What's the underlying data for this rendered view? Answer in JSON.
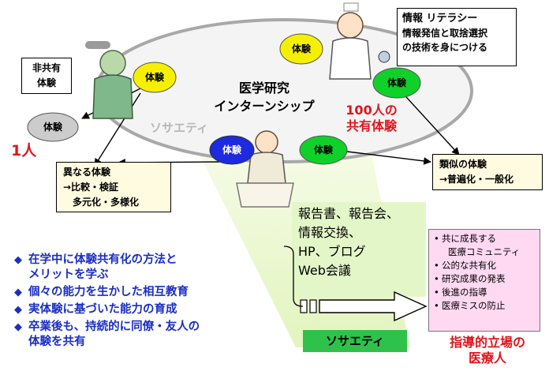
{
  "center_title": [
    "医学研究",
    "インターンシップ"
  ],
  "society_label": "ソサエティ",
  "shared_experience": [
    "100人の",
    "共有体験"
  ],
  "experience_label": "体験",
  "non_shared": [
    "非共有",
    "体験"
  ],
  "one_person": "1人",
  "literacy_box": {
    "title": "情報 リテラシー",
    "lines": [
      "情報発信と取捨選択",
      "の技術を身につける"
    ]
  },
  "different_box": [
    "異なる体験",
    "→比較・検証",
    "多元化・多様化"
  ],
  "similar_box": [
    "類似の体験",
    "→普遍化・一般化"
  ],
  "reports_box": [
    "報告書、報告会、",
    "情報交換、",
    "HP、ブログ",
    "Web会議"
  ],
  "society_box": "ソサエティ",
  "benefits_list": [
    "共に成長する",
    "医療コミュニティ",
    "公的な共有化",
    "研究成果の発表",
    "後進の指導",
    "医療ミスの防止"
  ],
  "leader_label": [
    "指導的立場の",
    "医療人"
  ],
  "learning_bullets": [
    [
      "在学中に体験共有化の方法と",
      "メリットを学ぶ"
    ],
    [
      "個々の能力を生かした相互教育"
    ],
    [
      "実体験に基づいた能力の育成"
    ],
    [
      "卒業後も、持続的に同僚・友人の",
      "体験を共有"
    ]
  ],
  "colors": {
    "yellow_bubble": "#f5f000",
    "green_bubble": "#10d02a",
    "blue_bubble": "#1d2ae0",
    "gray_bubble": "#cccccc",
    "red_text": "#e0141c",
    "blue_text": "#1a2ec4",
    "wedge": "#e8f8c8",
    "society_green": "#2fc24a",
    "benefits_bg": "#ffd9f2"
  }
}
